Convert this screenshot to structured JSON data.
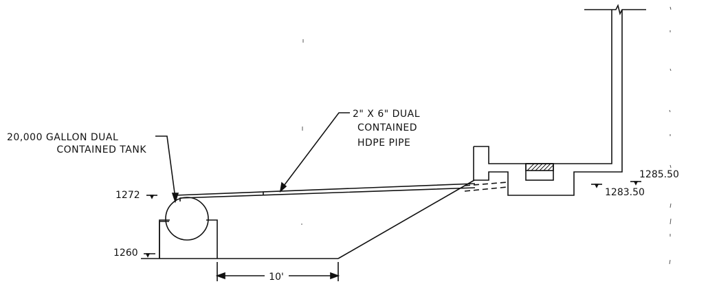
{
  "labels": {
    "tank_line1": "20,000 GALLON DUAL",
    "tank_line2": "CONTAINED TANK",
    "pipe_line1": "2\" X 6\" DUAL",
    "pipe_line2": "CONTAINED",
    "pipe_line3": "HDPE PIPE"
  },
  "elevations": {
    "tank_top": "1272",
    "tank_base": "1260",
    "right_upper": "1285.50",
    "right_lower": "1283.50"
  },
  "dimension": {
    "length": "10'"
  },
  "colors": {
    "ink": "#111111",
    "paper": "#ffffff"
  }
}
